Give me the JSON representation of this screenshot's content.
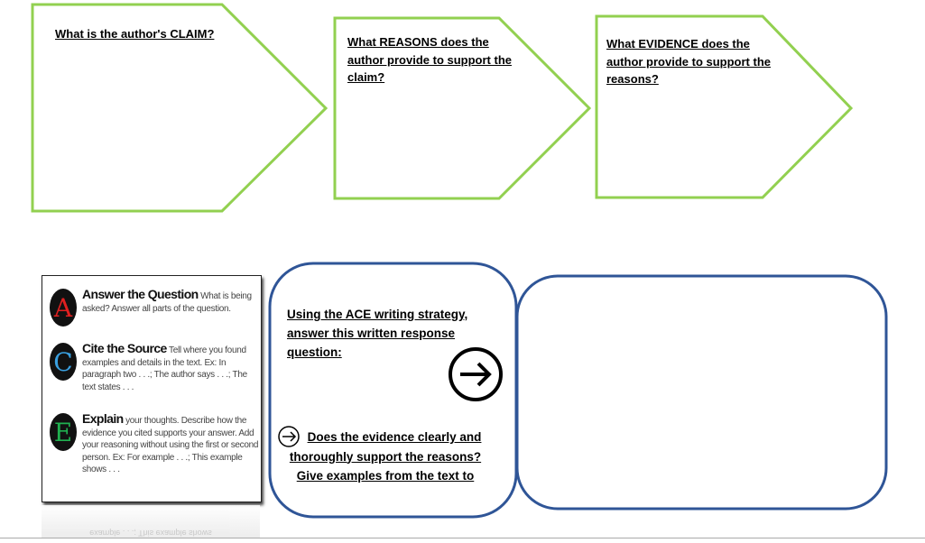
{
  "arrows": [
    {
      "text": "What is the author's CLAIM?"
    },
    {
      "text": "What REASONS does the author provide to support the claim?"
    },
    {
      "text": "What EVIDENCE does the author provide to support the reasons?"
    }
  ],
  "ace": {
    "items": [
      {
        "letter": "A",
        "color": "#e02020",
        "title": "Answer the Question",
        "text": " What is being asked? Answer all parts of the question."
      },
      {
        "letter": "C",
        "color": "#3aa0e0",
        "title": "Cite the Source",
        "text": " Tell where you found examples and details in the text. Ex: In paragraph two . . .; The author says . . .; The text states . . ."
      },
      {
        "letter": "E",
        "color": "#20b050",
        "title": "Explain",
        "text": " your thoughts. Describe how the evidence you cited supports your answer. Add your reasoning without using the first or second person. Ex: For example . . .; This example shows . . ."
      }
    ],
    "reflection": "example . . .; This example shows"
  },
  "prompt": {
    "instruction": "Using the ACE writing strategy, answer this written response question:",
    "question": "Does the evidence clearly and thoroughly support the reasons? Give examples from the text to"
  },
  "colors": {
    "green": "#92d050",
    "blue": "#2f5597"
  }
}
